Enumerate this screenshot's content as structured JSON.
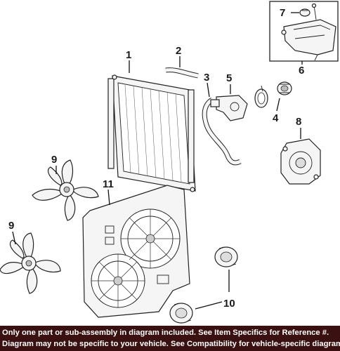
{
  "callouts": {
    "c1": "1",
    "c2": "2",
    "c3": "3",
    "c4": "4",
    "c5": "5",
    "c6": "6",
    "c7": "7",
    "c8": "8",
    "c9a": "9",
    "c9b": "9",
    "c10": "10",
    "c11": "11"
  },
  "footer": {
    "line1": "Only one part or sub-assembly in diagram included. See Item Specifics for Reference #.",
    "line2": "Diagram may not be specific to your vehicle. See Compatibility for vehicle-specific diagrams."
  }
}
